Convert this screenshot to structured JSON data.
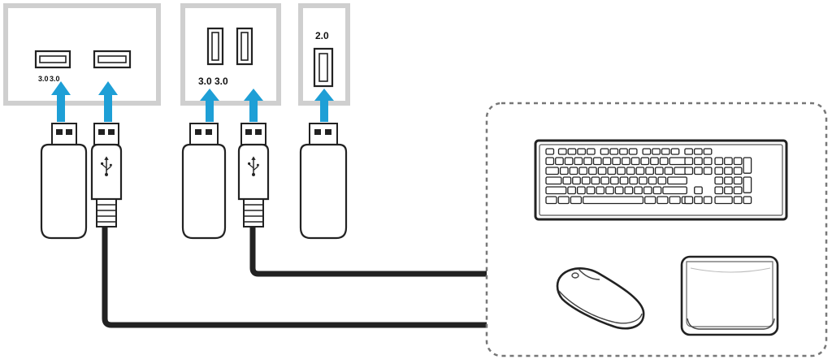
{
  "panels": {
    "left": {
      "label_a": "3.0",
      "label_b": "3.0"
    },
    "middle": {
      "label_a": "3.0",
      "label_b": "3.0"
    },
    "right": {
      "label": "2.0"
    }
  },
  "colors": {
    "arrow": "#1e9fd6",
    "panel_border": "#cfcfcf",
    "panel_fill": "#ffffff",
    "device_stroke": "#222222",
    "cable": "#222222",
    "dashed_border": "#777777"
  },
  "icons": {
    "usb_symbol": "usb-icon",
    "keyboard": "keyboard-icon",
    "mouse": "mouse-icon",
    "hard_drive": "external-hard-drive-icon"
  }
}
